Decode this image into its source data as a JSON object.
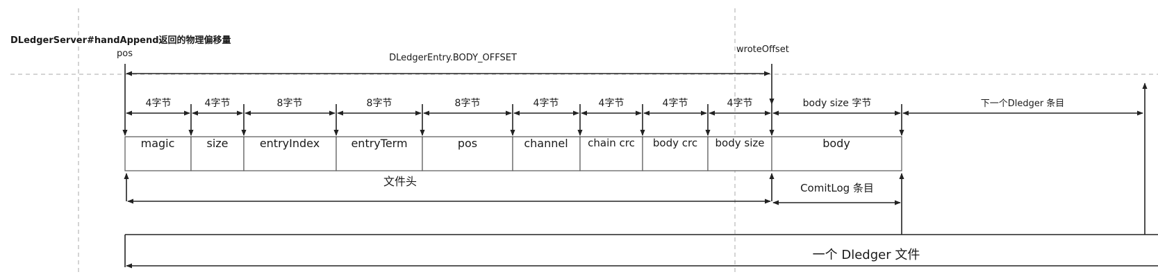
{
  "labels": {
    "server_return": "DLedgerServer#handAppend返回的物理偏移量",
    "pos_marker": "pos",
    "body_offset": "DLedgerEntry.BODY_OFFSET",
    "wrote_offset": "wroteOffset",
    "file_header": "文件头",
    "commitlog_entry": "ComitLog 条目",
    "dledger_file": "一个 Dledger 文件",
    "next_entry": "下一个Dledger 条目"
  },
  "byte_labels": [
    "4字节",
    "4字节",
    "8字节",
    "8字节",
    "8字节",
    "4字节",
    "4字节",
    "4字节",
    "4字节",
    "body size 字节"
  ],
  "fields": [
    "magic",
    "size",
    "entryIndex",
    "entryTerm",
    "pos",
    "channel",
    "chain crc",
    "body crc",
    "body size",
    "body"
  ]
}
